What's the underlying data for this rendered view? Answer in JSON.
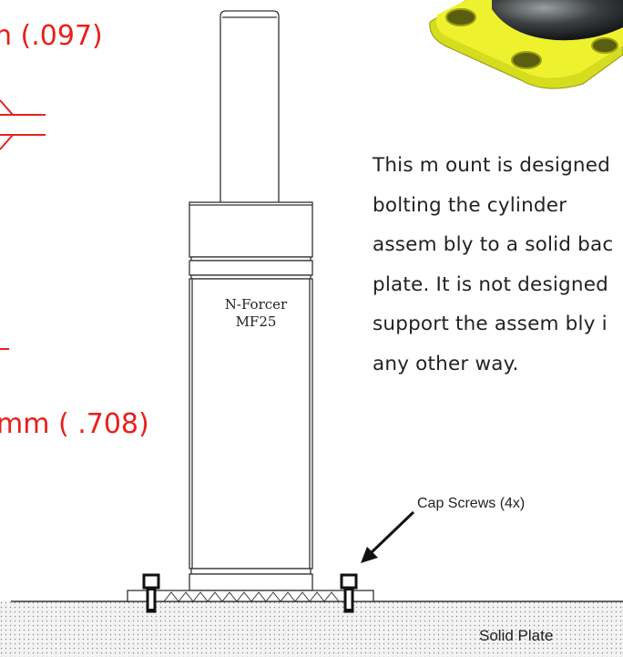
{
  "dimensions": {
    "top": "n (.097)",
    "bottom": "mm ( .708)"
  },
  "cylinder": {
    "brand": "N-Forcer",
    "model": "MF25"
  },
  "note_lines": [
    "This m ount is designed",
    "bolting the cylinder",
    "assem bly to a solid bac",
    "plate. It is not designed",
    "support the assem bly i",
    "any other  way."
  ],
  "callout": {
    "label": "Cap Screws (4x)"
  },
  "plate": {
    "label": "Solid Plate"
  },
  "colors": {
    "dimension_red": "#e8201c",
    "flange_yellow": "#e6ee2a",
    "plate_fill": "#ececec"
  }
}
